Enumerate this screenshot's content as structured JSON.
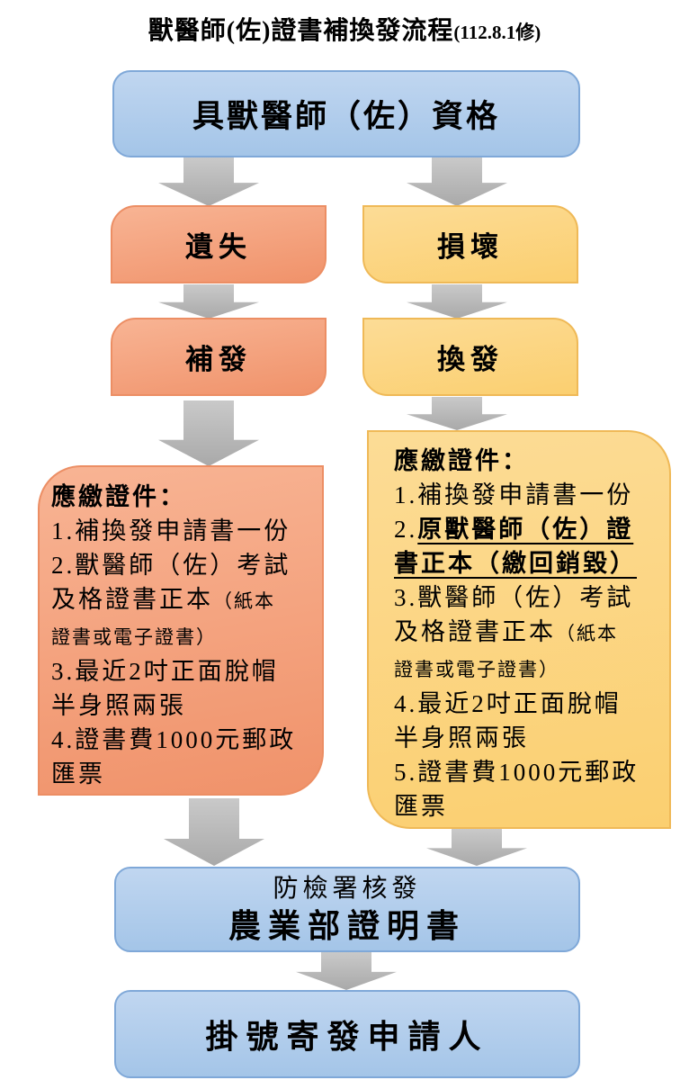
{
  "title": {
    "main": "獸醫師(佐)證書補換發流程",
    "note": "(112.8.1修)"
  },
  "nodes": {
    "qualification": "具獸醫師（佐）資格",
    "lost": "遺失",
    "damaged": "損壞",
    "reissue": "補發",
    "replace": "換發",
    "issue_line1": "防檢署核發",
    "issue_line2": "農業部證明書",
    "mail": "掛號寄發申請人"
  },
  "documents_lost": {
    "heading": "應繳證件：",
    "lines": [
      [
        {
          "t": "1.補換發申請書一份"
        }
      ],
      [
        {
          "t": "2.獸醫師（佐）考試"
        }
      ],
      [
        {
          "t": "及格證書正本"
        },
        {
          "t": "（紙本",
          "small": true
        }
      ],
      [
        {
          "t": "證書或電子證書）",
          "small": true
        }
      ],
      [
        {
          "t": "3.最近2吋正面脫帽"
        }
      ],
      [
        {
          "t": "半身照兩張"
        }
      ],
      [
        {
          "t": "4.證書費1000元郵政"
        }
      ],
      [
        {
          "t": "匯票"
        }
      ]
    ]
  },
  "documents_damaged": {
    "heading": "應繳證件：",
    "lines": [
      [
        {
          "t": "1.補換發申請書一份"
        }
      ],
      [
        {
          "t": "2."
        },
        {
          "t": "原獸醫師（佐）證",
          "underline": true
        }
      ],
      [
        {
          "t": "書正本（繳回銷毀）",
          "underline": true
        }
      ],
      [
        {
          "t": "3.獸醫師（佐）考試"
        }
      ],
      [
        {
          "t": "及格證書正本"
        },
        {
          "t": "（紙本",
          "small": true
        }
      ],
      [
        {
          "t": "證書或電子證書）",
          "small": true
        }
      ],
      [
        {
          "t": "4.最近2吋正面脫帽"
        }
      ],
      [
        {
          "t": "半身照兩張"
        }
      ],
      [
        {
          "t": "5.證書費1000元郵政"
        }
      ],
      [
        {
          "t": "匯票"
        }
      ]
    ]
  },
  "colors": {
    "blue_fill": "#aecbe9",
    "blue_border": "#7fa8d8",
    "orange_fill": "#f4a47e",
    "orange_border": "#ec8e64",
    "yellow_fill": "#fbd586",
    "yellow_border": "#efb957",
    "arrow_gray": "#b5b5b5",
    "text": "#000000"
  }
}
